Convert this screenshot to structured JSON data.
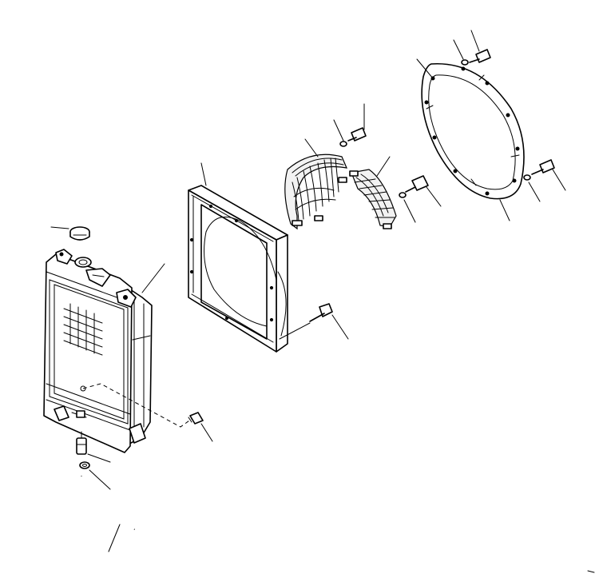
{
  "diagram": {
    "type": "exploded-parts-view",
    "parts": [
      {
        "id": "radiator-cap",
        "icon": "radiator-cap-icon"
      },
      {
        "id": "radiator",
        "icon": "radiator-icon"
      },
      {
        "id": "fan-shroud",
        "icon": "fan-shroud-icon"
      },
      {
        "id": "shroud-bolt",
        "icon": "bolt-icon"
      },
      {
        "id": "upper-ring-guard",
        "icon": "mesh-guard-icon"
      },
      {
        "id": "lower-ring-guard",
        "icon": "mesh-guard-icon"
      },
      {
        "id": "fan-ring",
        "icon": "ring-icon"
      },
      {
        "id": "drain-plug",
        "icon": "plug-icon"
      },
      {
        "id": "drain-cock",
        "icon": "valve-icon"
      },
      {
        "id": "clamp",
        "icon": "clamp-icon"
      },
      {
        "id": "drain-hose",
        "icon": "hose-icon"
      }
    ],
    "colors": {
      "line": "#000000",
      "background": "#ffffff"
    }
  }
}
